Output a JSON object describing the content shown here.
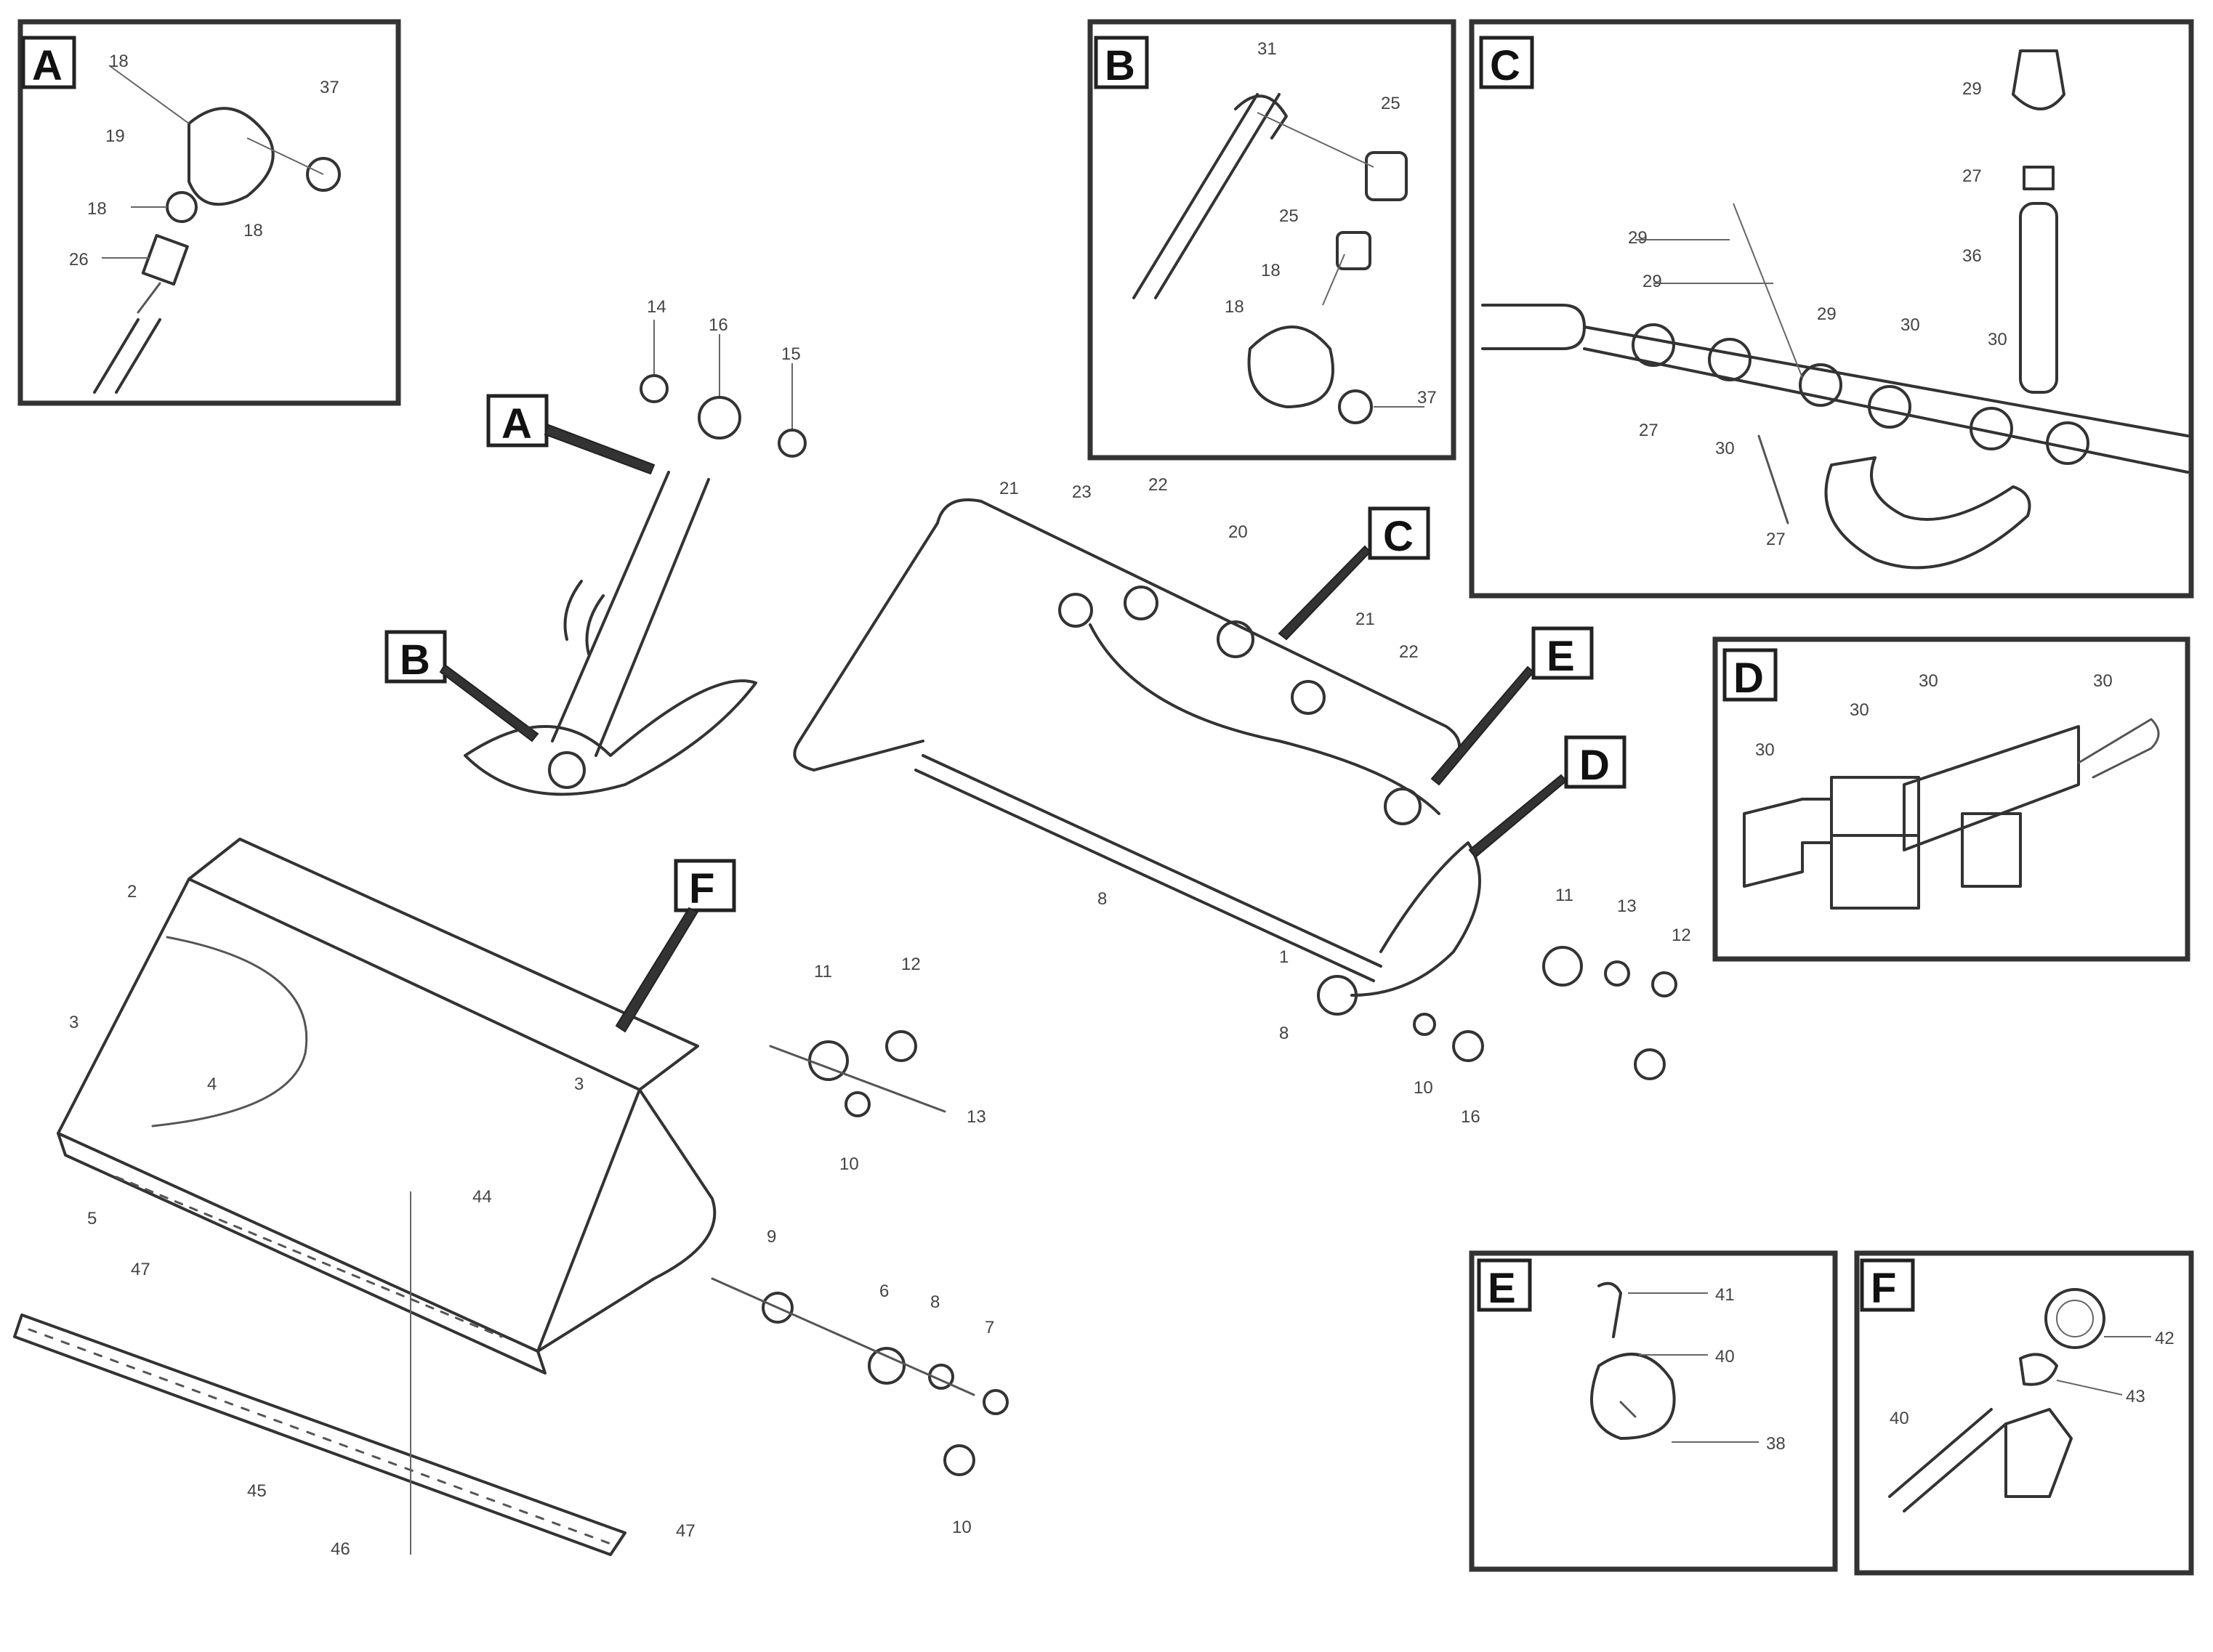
{
  "callouts": {
    "A": "A",
    "B": "B",
    "C": "C",
    "D": "D",
    "E": "E",
    "F": "F"
  },
  "part_numbers": {
    "a_top": "18",
    "a_left1": "19",
    "a_left2": "18",
    "a_mid": "18",
    "a_right": "37",
    "a_left3": "26",
    "b_top": "31",
    "b_r1": "25",
    "b_r2": "25",
    "b_l1": "18",
    "b_l2": "18",
    "b_r3": "37",
    "c_t1": "29",
    "c_t2": "27",
    "c_t3": "36",
    "c_l1": "29",
    "c_l2": "29",
    "c_b1": "27",
    "c_b2": "30",
    "c_b3": "29",
    "c_b4": "30",
    "c_b5": "30",
    "c_b6": "27",
    "d_1": "30",
    "d_2": "30",
    "d_3": "30",
    "d_4": "30",
    "e_1": "41",
    "e_2": "40",
    "e_3": "38",
    "f_1": "42",
    "f_2": "43",
    "f_3": "40",
    "arm_a1": "14",
    "arm_a2": "16",
    "arm_a3": "15",
    "boom_1": "21",
    "boom_2": "23",
    "boom_3": "22",
    "boom_4": "20",
    "boom_5": "21",
    "boom_6": "22",
    "hinge_1": "11",
    "hinge_2": "13",
    "hinge_3": "12",
    "hinge_4": "1",
    "hinge_5": "8",
    "hinge_6": "10",
    "hinge_7": "16",
    "boom_rod": "8",
    "bkt_1": "2",
    "bkt_2": "3",
    "bkt_3": "4",
    "bkt_4": "3",
    "bkt_5": "5",
    "bkt_6": "44",
    "bkt_7": "47",
    "bkt_8": "45",
    "bkt_9": "46",
    "bkt_10": "47",
    "bkt_11": "9",
    "bkt_12": "6",
    "bkt_13": "8",
    "bkt_14": "7",
    "bkt_15": "10",
    "bkt_16": "11",
    "bkt_17": "12",
    "bkt_18": "13",
    "bkt_19": "10"
  },
  "footnote": {
    "line1": "",
    "line2": "",
    "line3": ""
  }
}
